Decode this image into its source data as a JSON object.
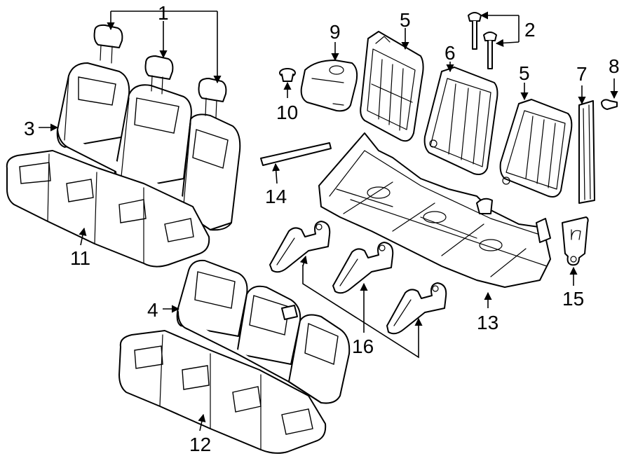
{
  "diagram": {
    "callouts": {
      "c1": "1",
      "c2": "2",
      "c3": "3",
      "c4": "4",
      "c5a": "5",
      "c5b": "5",
      "c6": "6",
      "c7": "7",
      "c8": "8",
      "c9": "9",
      "c10": "10",
      "c11": "11",
      "c12": "12",
      "c13": "13",
      "c14": "14",
      "c15": "15",
      "c16": "16"
    },
    "line_color": "#000000",
    "background": "#ffffff"
  }
}
